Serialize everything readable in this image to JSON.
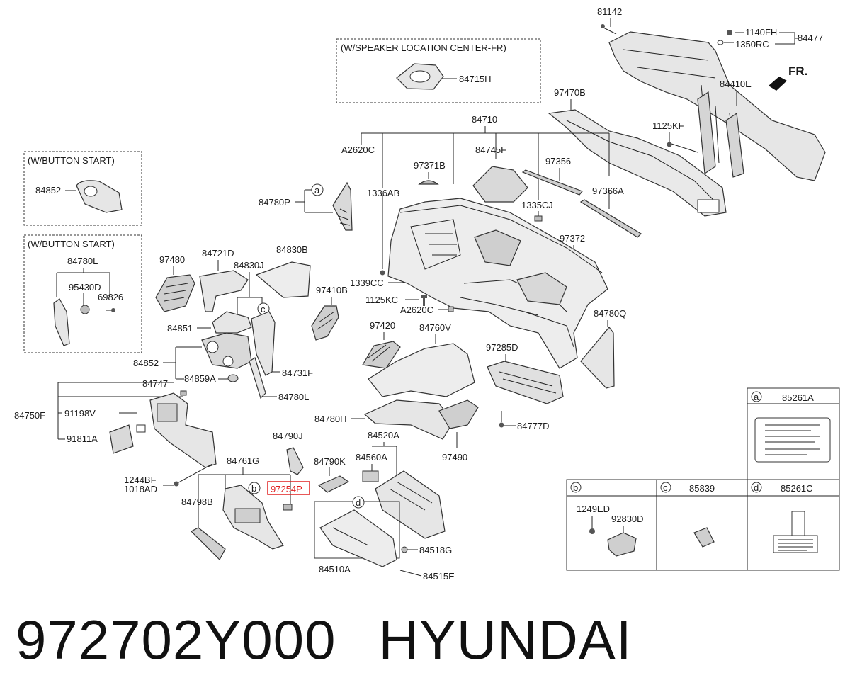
{
  "callouts": {
    "c81142": "81142",
    "c1140FH": "1140FH",
    "c84477": "84477",
    "c1350RC": "1350RC",
    "fr": "FR.",
    "c84410E": "84410E",
    "c97470B": "97470B",
    "c1125KF": "1125KF",
    "c84710": "84710",
    "cA2620C_top": "A2620C",
    "c84745F": "84745F",
    "c97356": "97356",
    "c97371B": "97371B",
    "c1336AB": "1336AB",
    "c1335CJ": "1335CJ",
    "c97366A": "97366A",
    "c84780P": "84780P",
    "c97372": "97372",
    "c1339CC": "1339CC",
    "c1125KC": "1125KC",
    "cA2620C_mid": "A2620C",
    "c84780Q": "84780Q",
    "c97480": "97480",
    "c84721D": "84721D",
    "c84830J": "84830J",
    "c84830B": "84830B",
    "c97410B": "97410B",
    "c97420": "97420",
    "c84760V": "84760V",
    "c97285D": "97285D",
    "c84851": "84851",
    "c84852_main": "84852",
    "c84859A": "84859A",
    "c84731F": "84731F",
    "c84780L_main": "84780L",
    "c84747": "84747",
    "c84750F": "84750F",
    "c91198V": "91198V",
    "c91811A": "91811A",
    "c84780H": "84780H",
    "c84777D": "84777D",
    "c84520A": "84520A",
    "c84560A": "84560A",
    "c97490": "97490",
    "c84790J": "84790J",
    "c84790K": "84790K",
    "c84761G": "84761G",
    "c1244BF": "1244BF",
    "c1018AD": "1018AD",
    "c84798B": "84798B",
    "c97254P": "97254P",
    "c84510A": "84510A",
    "c84518G": "84518G",
    "c84515E": "84515E",
    "c84715H": "84715H"
  },
  "insets": {
    "speaker_title": "(W/SPEAKER LOCATION CENTER-FR)",
    "button_start_1_title": "(W/BUTTON START)",
    "button_start_1_part": "84852",
    "button_start_2_title": "(W/BUTTON START)",
    "button_start_2_part_a": "84780L",
    "button_start_2_part_b": "95430D",
    "button_start_2_part_c": "69826"
  },
  "legend": {
    "a_letter": "a",
    "a_part": "85261A",
    "b_letter": "b",
    "b_part_1": "1249ED",
    "b_part_2": "92830D",
    "c_letter": "c",
    "c_part": "85839",
    "d_letter": "d",
    "d_part": "85261C"
  },
  "markers": {
    "a": "a",
    "b": "b",
    "c": "c",
    "d": "d"
  },
  "footer": {
    "part_number": "972702Y000",
    "brand": "HYUNDAI"
  },
  "colors": {
    "highlight": "#e02020",
    "line": "#222222",
    "part_fill": "#e6e6e6",
    "part_fill_dark": "#bdbdbd"
  }
}
